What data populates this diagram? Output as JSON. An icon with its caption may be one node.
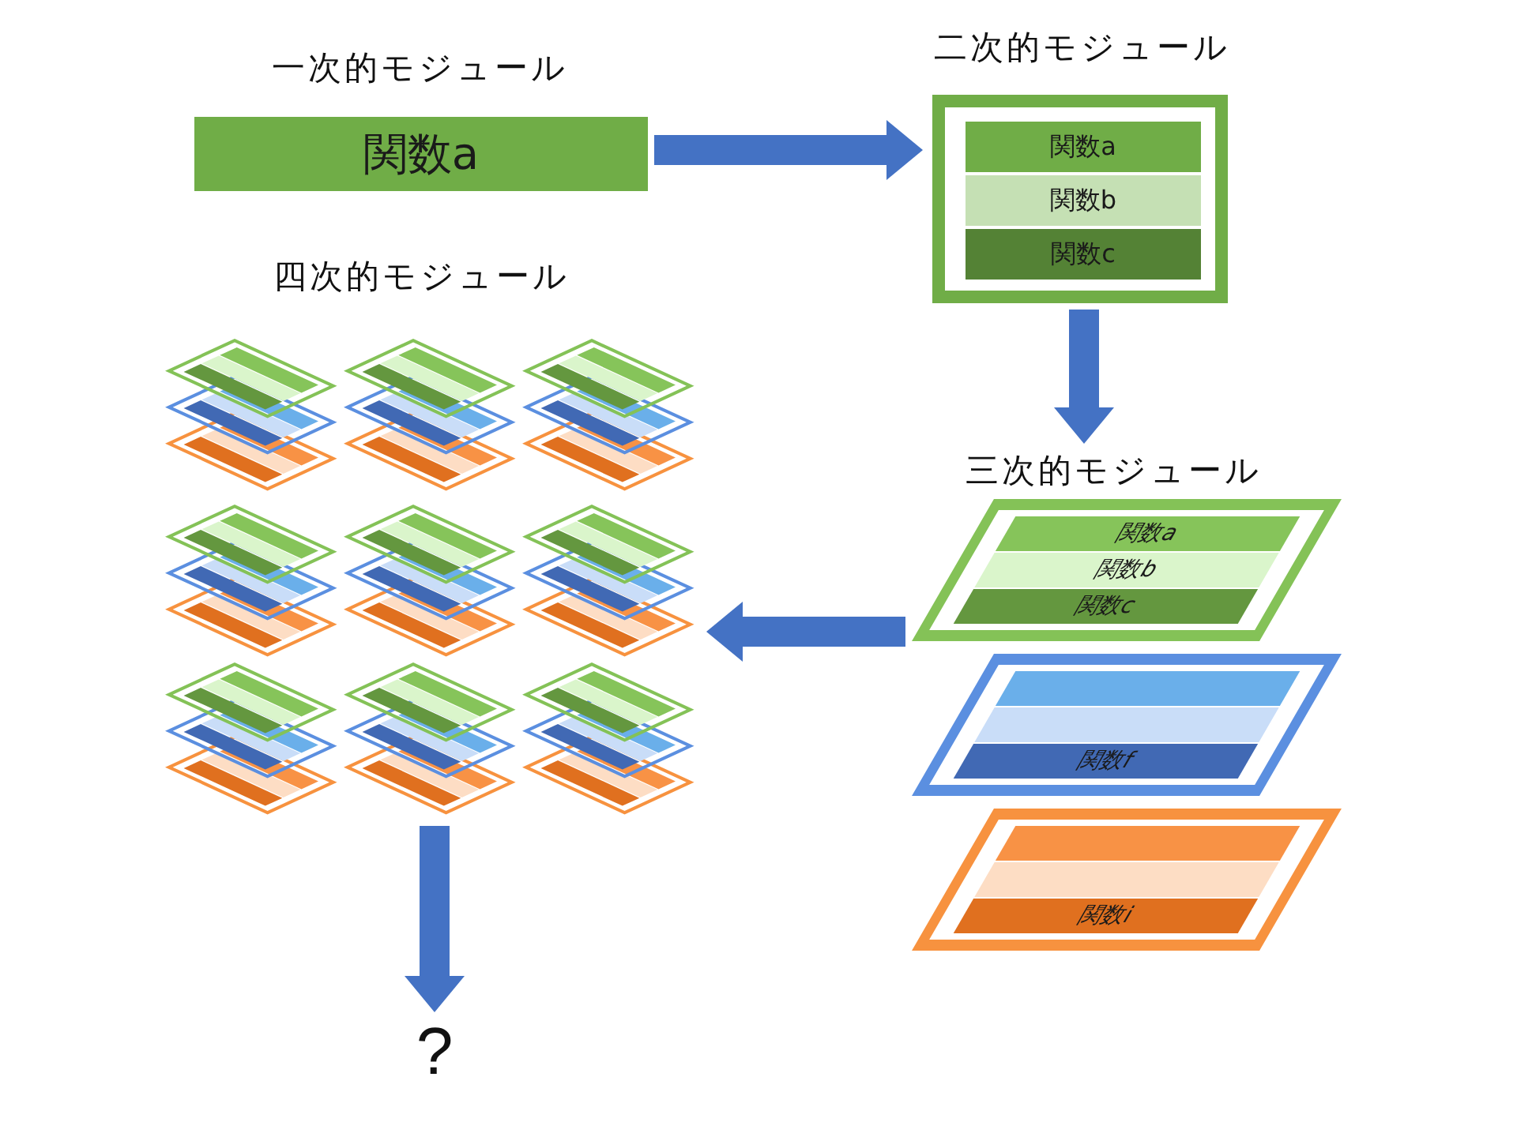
{
  "diagram": {
    "nodes": [
      {
        "text": [
          "一次的モジュール",
          "関数a"
        ]
      },
      {
        "text": [
          "二次的モジュール"
        ]
      },
      {
        "text": [
          "関数a"
        ],
        "in": 1
      },
      {
        "text": [
          "関数b"
        ],
        "in": 1
      },
      {
        "text": [
          "関数c"
        ],
        "in": 1
      },
      {
        "text": [
          "三次的モジュール"
        ]
      },
      {
        "text": [],
        "shape": "box",
        "in": 5
      },
      {
        "text": [
          "関数a"
        ],
        "in": 6
      },
      {
        "text": [
          "関数b"
        ],
        "in": 6
      },
      {
        "text": [
          "関数c"
        ],
        "in": 6
      },
      {
        "text": [],
        "shape": "box",
        "in": 5
      },
      {
        "text": [],
        "shape": "bar",
        "in": 10
      },
      {
        "text": [],
        "shape": "bar",
        "in": 10
      },
      {
        "text": [
          "関数f"
        ],
        "in": 10
      },
      {
        "text": [],
        "shape": "box",
        "in": 5
      },
      {
        "text": [],
        "shape": "bar",
        "in": 14
      },
      {
        "text": [],
        "shape": "bar",
        "in": 14
      },
      {
        "text": [
          "関数i"
        ],
        "in": 14
      },
      {
        "text": [
          "四次的モジュール"
        ]
      },
      {
        "text": [],
        "shape": "picture",
        "in": 18
      },
      {
        "text": [],
        "shape": "picture",
        "in": 18
      },
      {
        "text": [],
        "shape": "picture",
        "in": 18
      },
      {
        "text": [],
        "shape": "picture",
        "in": 18
      },
      {
        "text": [],
        "shape": "picture",
        "in": 18
      },
      {
        "text": [],
        "shape": "picture",
        "in": 18
      },
      {
        "text": [],
        "shape": "picture",
        "in": 18
      },
      {
        "text": [],
        "shape": "picture",
        "in": 18
      },
      {
        "text": [],
        "shape": "picture",
        "in": 18
      },
      {
        "text": [
          "?"
        ]
      }
    ],
    "edges": [
      {
        "from": 0,
        "to": 1,
        "arrow": "to"
      },
      {
        "from": 1,
        "to": 5,
        "arrow": "to"
      },
      {
        "from": 5,
        "to": 18,
        "arrow": "to"
      },
      {
        "from": 18,
        "to": 28,
        "arrow": "to"
      }
    ]
  }
}
